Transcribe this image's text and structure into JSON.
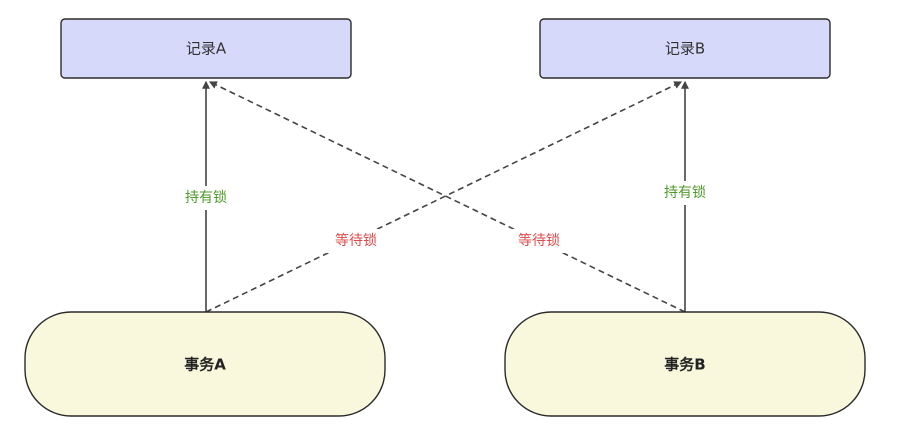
{
  "colors": {
    "record_fill": "#d7d9fb",
    "record_stroke": "#2b2b2b",
    "transaction_fill": "#f9f8dc",
    "transaction_stroke": "#2b2b2b",
    "edge": "#444444",
    "hold_label": "#4f9a2a",
    "wait_label": "#e04b4b"
  },
  "records": {
    "a": "记录A",
    "b": "记录B"
  },
  "transactions": {
    "a": "事务A",
    "b": "事务B"
  },
  "edges": {
    "a_holds_a": "持有锁",
    "a_waits_b": "等待锁",
    "b_waits_a": "等待锁",
    "b_holds_b": "持有锁"
  }
}
